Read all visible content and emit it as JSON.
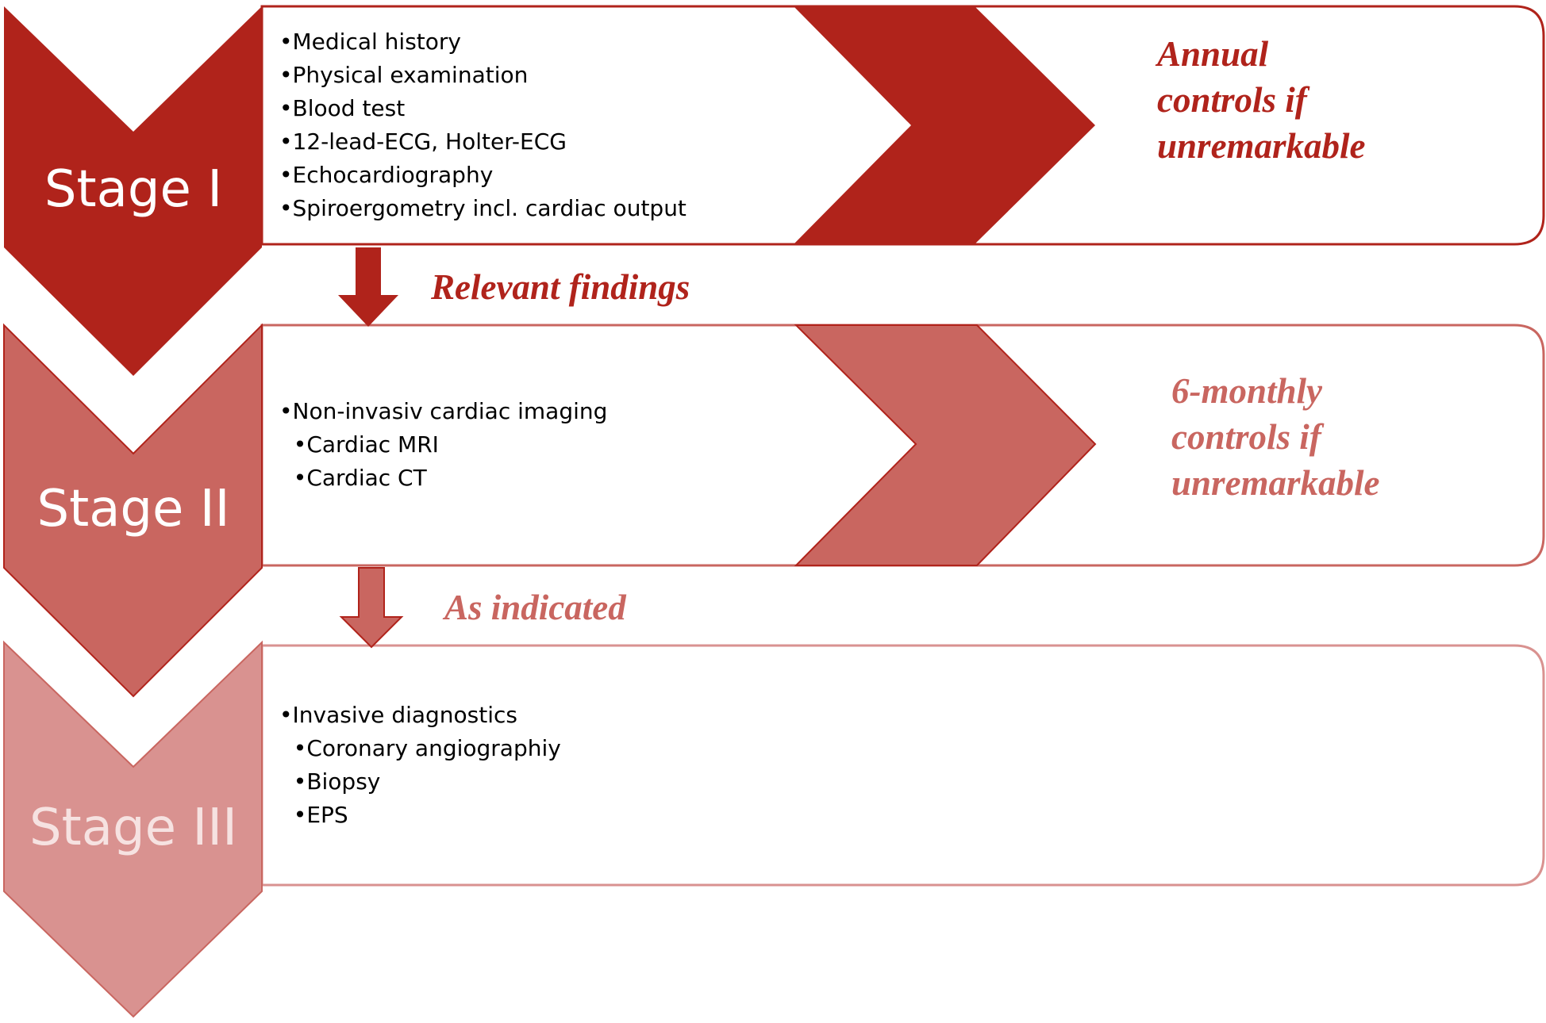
{
  "colors": {
    "stage1": "#b0231b",
    "stage2": "#c96660",
    "stage3": "#d99290",
    "text": "#000000",
    "label": "#ffffff"
  },
  "stages": [
    {
      "label": "Stage I",
      "items": [
        "•Medical history",
        "•Physical examination",
        "•Blood test",
        "•12-lead-ECG, Holter-ECG",
        "•Echocardiography",
        "•Spiroergometry incl. cardiac output"
      ],
      "followup": [
        "Annual",
        "controls if",
        "unremarkable"
      ]
    },
    {
      "label": "Stage II",
      "items": [
        "•Non-invasiv cardiac imaging",
        "  •Cardiac MRI",
        "  •Cardiac CT"
      ],
      "followup": [
        "6-monthly",
        "controls if",
        "unremarkable"
      ]
    },
    {
      "label": "Stage III",
      "items": [
        "•Invasive diagnostics",
        "  •Coronary angiographiy",
        "  •Biopsy",
        "  •EPS"
      ]
    }
  ],
  "transitions": [
    {
      "label": "Relevant findings"
    },
    {
      "label": "As indicated"
    }
  ]
}
